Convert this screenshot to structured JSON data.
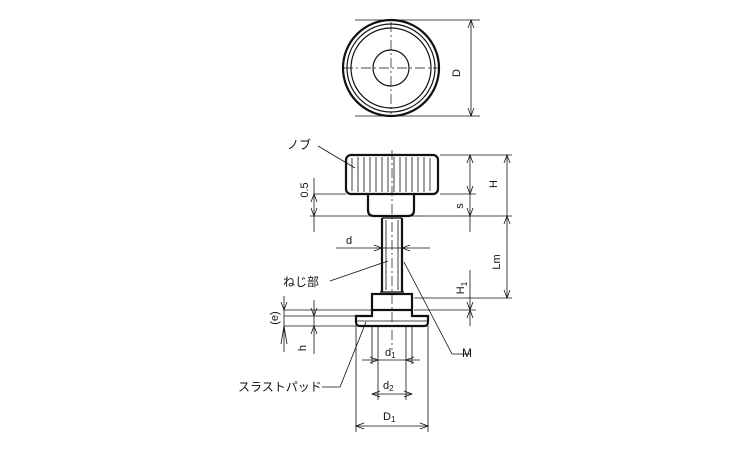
{
  "labels": {
    "knob": "ノブ",
    "thread": "ねじ部",
    "thrust_pad": "スラストパッド",
    "M": "M"
  },
  "dimensions": {
    "D": "D",
    "H": "H",
    "s": "s",
    "Lm": "Lm",
    "H1_main": "H",
    "H1_sub": "1",
    "d": "d",
    "half_mm": "0.5",
    "e": "(e)",
    "h": "h",
    "d1_main": "d",
    "d1_sub": "1",
    "d2_main": "d",
    "d2_sub": "2",
    "D1_main": "D",
    "D1_sub": "1"
  }
}
